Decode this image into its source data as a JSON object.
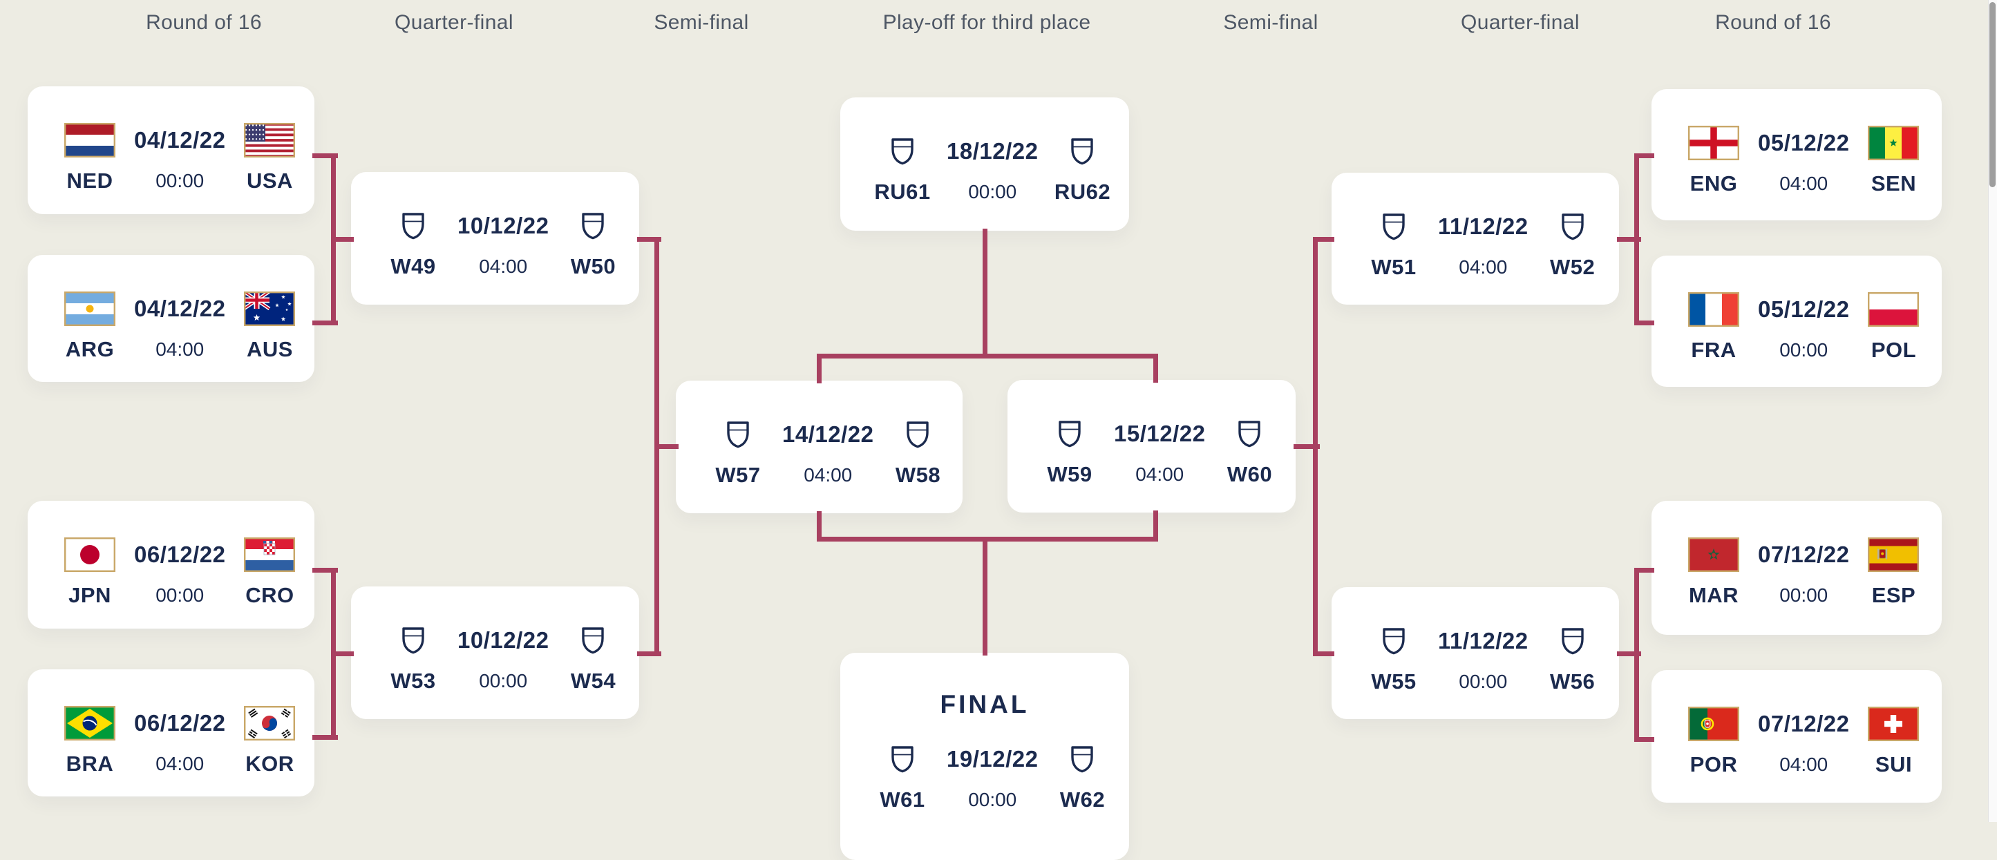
{
  "page": {
    "background": "#edece3",
    "card_background": "#ffffff",
    "connector_color": "#a84060",
    "text_navy": "#1b2a4e",
    "header_text_color": "#4e5765",
    "flag_border_color": "#c9a768"
  },
  "round_headers": [
    {
      "label": "Round of 16"
    },
    {
      "label": "Quarter-final"
    },
    {
      "label": "Semi-final"
    },
    {
      "label": "Play-off for third place"
    },
    {
      "label": "Semi-final"
    },
    {
      "label": "Quarter-final"
    },
    {
      "label": "Round of 16"
    }
  ],
  "matches": [
    {
      "id": "r16-ned-usa",
      "round": "Round of 16",
      "home": {
        "code": "NED",
        "icon": "ned-flag-icon"
      },
      "away": {
        "code": "USA",
        "icon": "usa-flag-icon"
      },
      "date": "04/12/22",
      "time": "00:00"
    },
    {
      "id": "r16-arg-aus",
      "round": "Round of 16",
      "home": {
        "code": "ARG",
        "icon": "arg-flag-icon"
      },
      "away": {
        "code": "AUS",
        "icon": "aus-flag-icon"
      },
      "date": "04/12/22",
      "time": "04:00"
    },
    {
      "id": "r16-jpn-cro",
      "round": "Round of 16",
      "home": {
        "code": "JPN",
        "icon": "jpn-flag-icon"
      },
      "away": {
        "code": "CRO",
        "icon": "cro-flag-icon"
      },
      "date": "06/12/22",
      "time": "00:00"
    },
    {
      "id": "r16-bra-kor",
      "round": "Round of 16",
      "home": {
        "code": "BRA",
        "icon": "bra-flag-icon"
      },
      "away": {
        "code": "KOR",
        "icon": "kor-flag-icon"
      },
      "date": "06/12/22",
      "time": "04:00"
    },
    {
      "id": "qf-w49-w50",
      "round": "Quarter-final",
      "home": {
        "code": "W49",
        "icon": "shield-icon"
      },
      "away": {
        "code": "W50",
        "icon": "shield-icon"
      },
      "date": "10/12/22",
      "time": "04:00"
    },
    {
      "id": "qf-w53-w54",
      "round": "Quarter-final",
      "home": {
        "code": "W53",
        "icon": "shield-icon"
      },
      "away": {
        "code": "W54",
        "icon": "shield-icon"
      },
      "date": "10/12/22",
      "time": "00:00"
    },
    {
      "id": "sf-w57-w58",
      "round": "Semi-final",
      "home": {
        "code": "W57",
        "icon": "shield-icon"
      },
      "away": {
        "code": "W58",
        "icon": "shield-icon"
      },
      "date": "14/12/22",
      "time": "04:00"
    },
    {
      "id": "playoff-ru61-ru62",
      "round": "Play-off for third place",
      "home": {
        "code": "RU61",
        "icon": "shield-icon"
      },
      "away": {
        "code": "RU62",
        "icon": "shield-icon"
      },
      "date": "18/12/22",
      "time": "00:00"
    },
    {
      "id": "sf-w59-w60",
      "round": "Semi-final",
      "home": {
        "code": "W59",
        "icon": "shield-icon"
      },
      "away": {
        "code": "W60",
        "icon": "shield-icon"
      },
      "date": "15/12/22",
      "time": "04:00"
    },
    {
      "id": "final-w61-w62",
      "round": "Final",
      "title": "FINAL",
      "home": {
        "code": "W61",
        "icon": "shield-icon"
      },
      "away": {
        "code": "W62",
        "icon": "shield-icon"
      },
      "date": "19/12/22",
      "time": "00:00"
    },
    {
      "id": "qf-w51-w52",
      "round": "Quarter-final",
      "home": {
        "code": "W51",
        "icon": "shield-icon"
      },
      "away": {
        "code": "W52",
        "icon": "shield-icon"
      },
      "date": "11/12/22",
      "time": "04:00"
    },
    {
      "id": "qf-w55-w56",
      "round": "Quarter-final",
      "home": {
        "code": "W55",
        "icon": "shield-icon"
      },
      "away": {
        "code": "W56",
        "icon": "shield-icon"
      },
      "date": "11/12/22",
      "time": "00:00"
    },
    {
      "id": "r16-eng-sen",
      "round": "Round of 16",
      "home": {
        "code": "ENG",
        "icon": "eng-flag-icon"
      },
      "away": {
        "code": "SEN",
        "icon": "sen-flag-icon"
      },
      "date": "05/12/22",
      "time": "04:00"
    },
    {
      "id": "r16-fra-pol",
      "round": "Round of 16",
      "home": {
        "code": "FRA",
        "icon": "fra-flag-icon"
      },
      "away": {
        "code": "POL",
        "icon": "pol-flag-icon"
      },
      "date": "05/12/22",
      "time": "00:00"
    },
    {
      "id": "r16-mar-esp",
      "round": "Round of 16",
      "home": {
        "code": "MAR",
        "icon": "mar-flag-icon"
      },
      "away": {
        "code": "ESP",
        "icon": "esp-flag-icon"
      },
      "date": "07/12/22",
      "time": "00:00"
    },
    {
      "id": "r16-por-sui",
      "round": "Round of 16",
      "home": {
        "code": "POR",
        "icon": "por-flag-icon"
      },
      "away": {
        "code": "SUI",
        "icon": "sui-flag-icon"
      },
      "date": "07/12/22",
      "time": "04:00"
    }
  ]
}
